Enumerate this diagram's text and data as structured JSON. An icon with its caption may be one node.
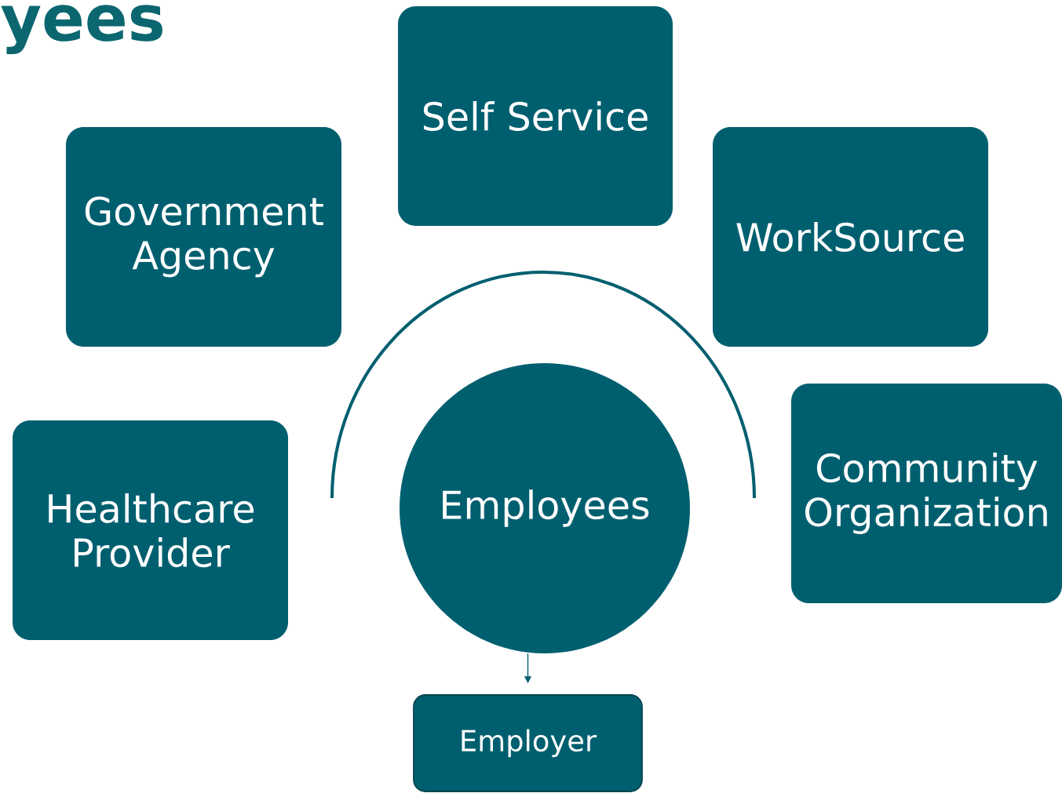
{
  "diagram": {
    "title": "yees",
    "nodes": [
      {
        "text": [
          "Self Service"
        ]
      },
      {
        "text": [
          "Government Agency"
        ]
      },
      {
        "text": [
          "WorkSource"
        ]
      },
      {
        "text": [
          "Healthcare Provider"
        ]
      },
      {
        "text": [
          "Employees"
        ]
      },
      {
        "text": [
          "Community Organization"
        ]
      },
      {
        "text": [
          "Employer"
        ]
      }
    ],
    "edges": [
      {
        "from": 4,
        "to": 6,
        "arrow": "to"
      }
    ]
  }
}
